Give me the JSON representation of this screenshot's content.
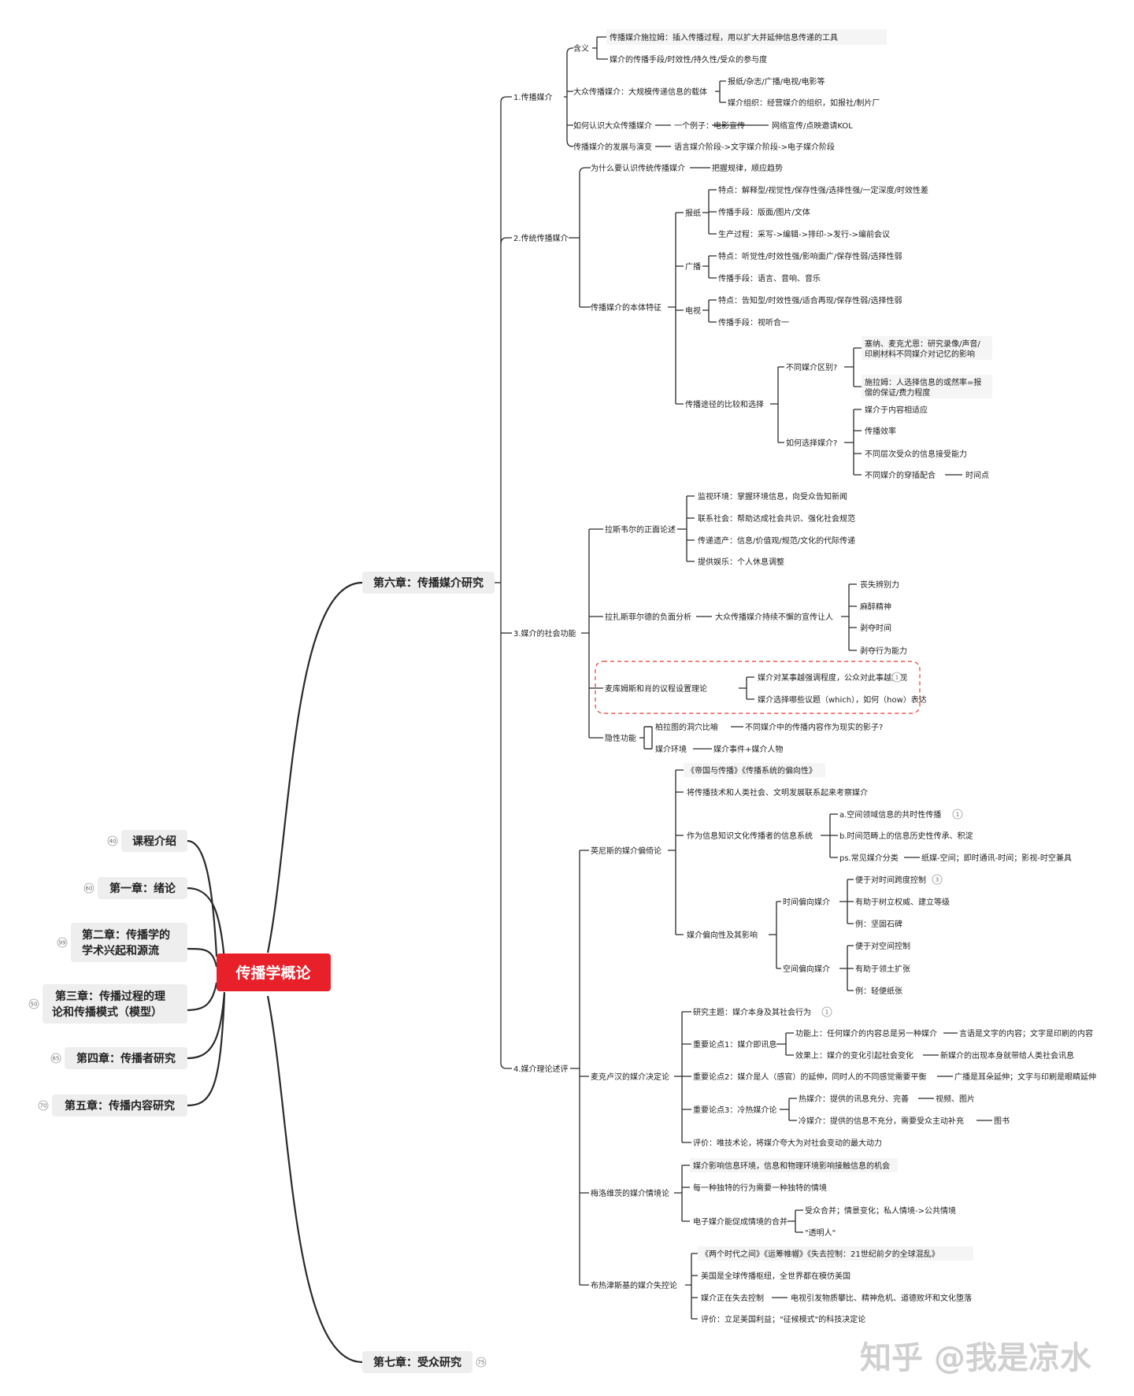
{
  "root": "传播学概论",
  "left_branches": [
    {
      "label": "课程介绍",
      "badge": "40"
    },
    {
      "label": "第一章：绪论",
      "badge": "60"
    },
    {
      "label": "第二章：传播学的学术兴起和源流",
      "badge": "99"
    },
    {
      "label": "第三章：传播过程的理论和传播模式（模型）",
      "badge": "50"
    },
    {
      "label": "第四章：传播者研究",
      "badge": "65"
    },
    {
      "label": "第五章：传播内容研究",
      "badge": "70"
    }
  ],
  "ch6": {
    "label": "第六章：传播媒介研究",
    "s1": {
      "label": "1.传播媒介",
      "hanyi": "含义",
      "hanyi_1": "传播媒介施拉姆：插入传播过程，用以扩大并延伸信息传递的工具",
      "hanyi_2": "媒介的传播手段/时效性/持久性/受众的参与度",
      "dazhong": "大众传播媒介：大规模传递信息的载体",
      "dazhong_1": "报纸/杂志/广播/电视/电影等",
      "dazhong_2": "媒介组织：经营媒介的组织，如报社/制片厂",
      "renshi": "如何认识大众传播媒介",
      "renshi_1": "一个例子：电影宣传",
      "renshi_2": "网络宣传/点映邀请KOL",
      "fazhan": "传播媒介的发展与演变",
      "fazhan_1": "语言媒介阶段->文字媒介阶段->电子媒介阶段"
    },
    "s2": {
      "label": "2.传统传播媒介",
      "why": "为什么要认识传统传播媒介",
      "why_1": "把握规律，顺应趋势",
      "benti": "传播媒介的本体特征",
      "newspaper": "报纸",
      "np_1": "特点：解释型/视觉性/保存性强/选择性强/一定深度/时效性差",
      "np_2": "传播手段：版面/图片/文体",
      "np_3": "生产过程：采写->编辑->排印->发行->编前会议",
      "radio": "广播",
      "ra_1": "特点：听觉性/时效性强/影响面广/保存性弱/选择性弱",
      "ra_2": "传播手段：语言、音响、音乐",
      "tv": "电视",
      "tv_1": "特点：告知型/时效性强/适合再现/保存性弱/选择性弱",
      "tv_2": "传播手段：视听合一",
      "compare": "传播途径的比较和选择",
      "diff": "不同媒介区别?",
      "diff_1a": "塞纳、麦克尤恩：研究录像/声音/",
      "diff_1b": "印刷材料不同媒介对记忆的影响",
      "diff_2a": "施拉姆：人选择信息的或然率=报",
      "diff_2b": "偿的保证/费力程度",
      "choose": "如何选择媒介?",
      "ch_1": "媒介于内容相适应",
      "ch_2": "传播效率",
      "ch_3": "不同层次受众的信息接受能力",
      "ch_4": "不同媒介的穿插配合",
      "ch_4_1": "时间点"
    },
    "s3": {
      "label": "3.媒介的社会功能",
      "lasswell": "拉斯韦尔的正面论述",
      "la_1": "监视环境：掌握环境信息，向受众告知新闻",
      "la_2": "联系社会：帮助达成社会共识、强化社会规范",
      "la_3": "传递遗产：信息/价值观/规范/文化的代际传递",
      "la_4": "提供娱乐：个人休息调整",
      "lazarsfeld": "拉扎斯菲尔德的负面分析",
      "lz_mid": "大众传播媒介持续不懈的宣传让人",
      "lz_1": "丧失辨别力",
      "lz_2": "麻醉精神",
      "lz_3": "剥夺时间",
      "lz_4": "剥夺行为能力",
      "mccombs": "麦库姆斯和肖的议程设置理论",
      "mc_1": "媒介对某事越强调程度，公众对此事越重视",
      "mc_1_badge": "1",
      "mc_2": "媒介选择哪些议题（which），如何（how）表达",
      "hidden": "隐性功能",
      "hd_1": "柏拉图的洞穴比喻",
      "hd_1_1": "不同媒介中的传播内容作为现实的影子?",
      "hd_2": "媒介环境",
      "hd_2_1": "媒介事件+媒介人物"
    },
    "s4": {
      "label": "4.媒介理论述评",
      "innis": "英尼斯的媒介偏倚论",
      "in_1": "《帝国与传播》《传播系统的偏向性》",
      "in_2": "将传播技术和人类社会、文明发展联系起来考察媒介",
      "in_3": "作为信息知识文化传播者的信息系统",
      "in_3_1": "a.空间领域信息的共时性传播",
      "in_3_1_badge": "1",
      "in_3_2": "b.时间范畴上的信息历史性传承、积淀",
      "in_3_3": "ps.常见媒介分类",
      "in_3_3_1": "纸媒-空间；即时通讯-时间；影视-时空兼具",
      "in_4": "媒介偏向性及其影响",
      "time": "时间偏向媒介",
      "ti_1": "便于对时间跨度控制",
      "ti_1_badge": "3",
      "ti_2": "有助于树立权威、建立等级",
      "ti_3": "例：坚固石碑",
      "space": "空间偏向媒介",
      "sp_1": "便于对空间控制",
      "sp_2": "有助于领土扩张",
      "sp_3": "例：轻便纸张",
      "mcluhan": "麦克卢汉的媒介决定论",
      "mcl_1": "研究主题：媒介本身及其社会行为",
      "mcl_1_badge": "1",
      "mcl_2": "重要论点1：媒介即讯息",
      "mcl_2_1": "功能上：任何媒介的内容总是另一种媒介",
      "mcl_2_1_1": "言语是文字的内容；文字是印刷的内容",
      "mcl_2_2": "效果上：媒介的变化引起社会变化",
      "mcl_2_2_1": "新媒介的出现本身就带给人类社会讯息",
      "mcl_3": "重要论点2：媒介是人（感官）的延伸，同时人的不同感觉需要平衡",
      "mcl_3_1": "广播是耳朵延伸；文字与印刷是眼睛延伸",
      "mcl_4": "重要论点3：冷热媒介论",
      "mcl_4_1": "热媒介：提供的讯息充分、完善",
      "mcl_4_1_1": "视频、图片",
      "mcl_4_2": "冷媒介：提供的信息不充分，需要受众主动补充",
      "mcl_4_2_1": "图书",
      "mcl_5": "评价：唯技术论，将媒介夸大为对社会变动的最大动力",
      "meyrowitz": "梅洛维茨的媒介情境论",
      "me_1": "媒介影响信息环境，信息和物理环境影响接触信息的机会",
      "me_2": "每一种独特的行为需要一种独特的情境",
      "me_3": "电子媒介能促成情境的合并",
      "me_3_1": "受众合并；情景变化；私人情境->公共情境",
      "me_3_2": "\"透明人\"",
      "brz": "布热津斯基的媒介失控论",
      "bz_1": "《两个时代之间》《运筹帷幄》《失去控制：21世纪前夕的全球混乱》",
      "bz_2": "美国是全球传播枢纽，全世界都在模仿美国",
      "bz_3": "媒介正在失去控制",
      "bz_3_1": "电视引发物质攀比、精神危机、道德败坏和文化堕落",
      "bz_4": "评价：立足美国利益；\"征候模式\"的科技决定论"
    }
  },
  "ch7": {
    "label": "第七章：受众研究",
    "badge": "75"
  },
  "watermark": "知乎 @我是凉水"
}
